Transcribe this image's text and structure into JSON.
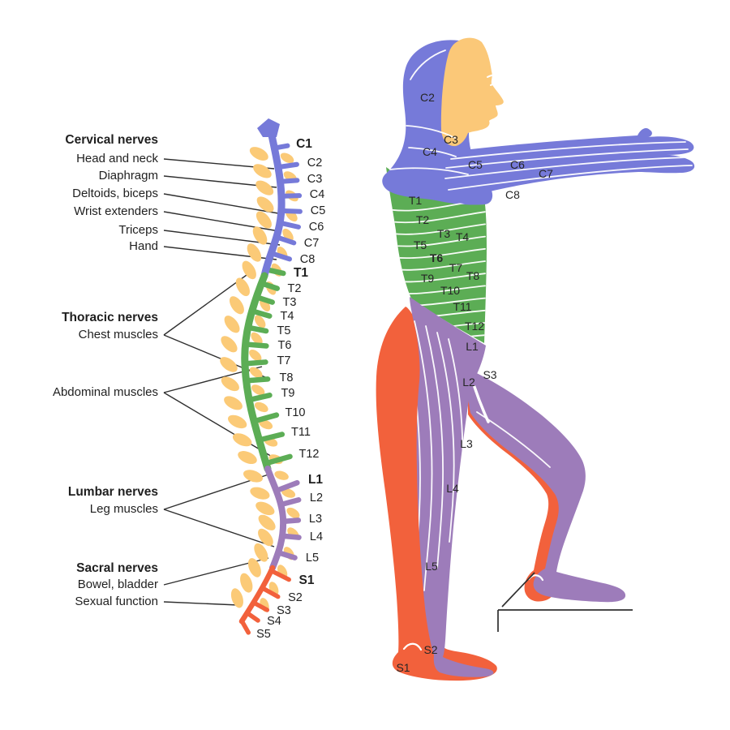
{
  "colors": {
    "cervical": "#767ad9",
    "thoracic": "#5cad55",
    "lumbar": "#9d7cba",
    "sacral": "#f2613c",
    "vertebra": "#fbca77",
    "skin": "#fbc878",
    "stripe": "#ffffff",
    "line": "#2f2f2f",
    "text": "#1f1f1f"
  },
  "spine_panel": {
    "groups": [
      {
        "id": "cervical",
        "name": "Cervical nerves",
        "functions": [
          "Head and neck",
          "Diaphragm",
          "Deltoids, biceps",
          "Wrist extenders",
          "Triceps",
          "Hand"
        ],
        "levels": [
          "C1",
          "C2",
          "C3",
          "C4",
          "C5",
          "C6",
          "C7",
          "C8"
        ]
      },
      {
        "id": "thoracic",
        "name": "Thoracic nerves",
        "functions": [
          "Chest muscles",
          "Abdominal muscles"
        ],
        "levels": [
          "T1",
          "T2",
          "T3",
          "T4",
          "T5",
          "T6",
          "T7",
          "T8",
          "T9",
          "T10",
          "T11",
          "T12"
        ]
      },
      {
        "id": "lumbar",
        "name": "Lumbar nerves",
        "functions": [
          "Leg muscles"
        ],
        "levels": [
          "L1",
          "L2",
          "L3",
          "L4",
          "L5"
        ]
      },
      {
        "id": "sacral",
        "name": "Sacral nerves",
        "functions": [
          "Bowel, bladder",
          "Sexual function"
        ],
        "levels": [
          "S1",
          "S2",
          "S3",
          "S4",
          "S5"
        ]
      }
    ]
  },
  "figure_panel": {
    "labels": [
      "C2",
      "C3",
      "C4",
      "C5",
      "C6",
      "C7",
      "C8",
      "T1",
      "T2",
      "T3",
      "T4",
      "T5",
      "T6",
      "T7",
      "T8",
      "T9",
      "T10",
      "T11",
      "T12",
      "L1",
      "L2",
      "S3",
      "L3",
      "L4",
      "L5",
      "S2",
      "S1"
    ]
  }
}
